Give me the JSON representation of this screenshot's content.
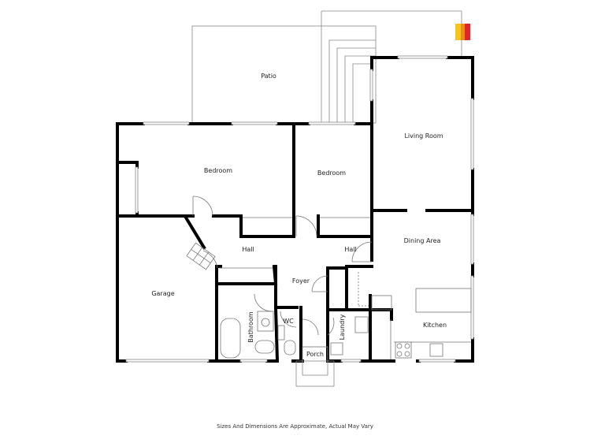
{
  "rooms": {
    "patio": "Patio",
    "living_room": "Living Room",
    "bedroom_1": "Bedroom",
    "bedroom_2": "Bedroom",
    "hall_1": "Hall",
    "hall_2": "Hall",
    "dining_area": "Dining Area",
    "garage": "Garage",
    "foyer": "Foyer",
    "bathroom": "Bathroom",
    "wc": "WC",
    "laundry": "Laundry",
    "porch": "Porch",
    "kitchen": "Kitchen"
  },
  "footer": {
    "disclaimer": "Sizes And Dimensions Are Approximate, Actual May Vary"
  },
  "logo": {
    "colors": [
      "#f5c518",
      "#f08a1c",
      "#e0262b"
    ]
  },
  "colors": {
    "wall": "#000000",
    "line": "#777777",
    "background": "#ffffff"
  }
}
